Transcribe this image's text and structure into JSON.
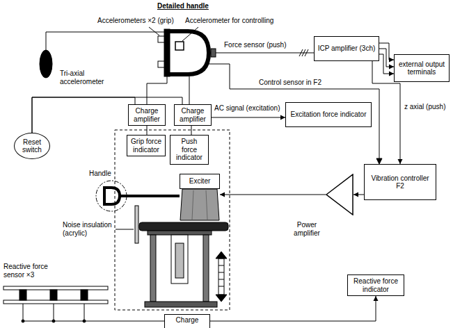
{
  "diagram": {
    "title": "Detailed handle",
    "nodes": [
      {
        "text": [
          "ICP amplifier (3ch)"
        ]
      },
      {
        "text": [
          "external output terminals"
        ]
      },
      {
        "text": [
          "Charge amplifier"
        ]
      },
      {
        "text": [
          "Charge amplifier"
        ]
      },
      {
        "text": [
          "Excitation force indicator"
        ]
      },
      {
        "text": [
          "Reset switch"
        ]
      },
      {
        "text": [
          "Grip force indicator"
        ]
      },
      {
        "text": [
          "Push force indicator"
        ]
      },
      {
        "text": [
          "Vibration controller F2"
        ]
      },
      {
        "text": [
          "Exciter"
        ]
      },
      {
        "text": [
          "Power amplifier"
        ]
      },
      {
        "text": [
          "Reactive force indicator"
        ]
      },
      {
        "text": [
          "Charge"
        ]
      }
    ],
    "edges": [
      {
        "from": 0,
        "to": 1,
        "arrow": "to"
      },
      {
        "from": 0,
        "to": 1,
        "arrow": "to"
      },
      {
        "from": 0,
        "to": 1,
        "arrow": "to"
      },
      {
        "from": 0,
        "to": 8,
        "label": "z axial (push)",
        "arrow": "to"
      },
      {
        "from": 3,
        "to": 4,
        "label": "AC signal (excitation)",
        "arrow": "to"
      },
      {
        "from": 2,
        "to": 6,
        "arrow": "none"
      },
      {
        "from": 3,
        "to": 7,
        "arrow": "none"
      },
      {
        "from": 5,
        "to": 2,
        "arrow": "none"
      },
      {
        "from": 5,
        "to": 3,
        "arrow": "none"
      },
      {
        "from": 8,
        "to": 10,
        "arrow": "to"
      },
      {
        "from": 10,
        "to": 9,
        "arrow": "to"
      },
      {
        "from": 12,
        "to": 11,
        "arrow": "to"
      }
    ],
    "labels": [
      "Accelerometers ×2 (grip)",
      "Accelerometer for controlling",
      "Force sensor (push)",
      "Tri-axial accelerometer",
      "Control sensor in F2",
      "Handle",
      "Noise insulation (acrylic)",
      "Reactive force sensor ×3"
    ]
  }
}
